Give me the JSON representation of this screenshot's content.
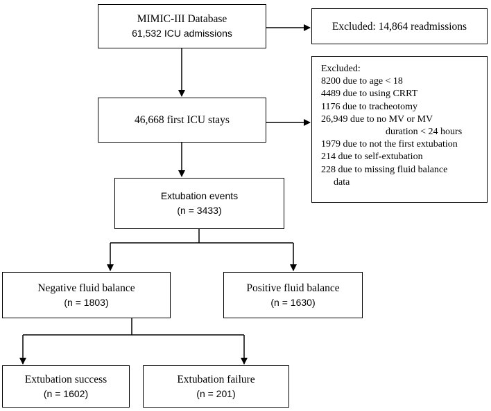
{
  "boxes": {
    "database": {
      "title": "MIMIC-III Database",
      "count": "61,532 ICU admissions"
    },
    "excluded_readmissions": {
      "text": "Excluded: 14,864 readmissions"
    },
    "first_stays": {
      "text": "46,668 first ICU stays"
    },
    "excluded_criteria": {
      "title": "Excluded:",
      "items": [
        "8200  due to age < 18",
        "4489  due to using CRRT",
        "1176  due to tracheotomy",
        "26,949  due to no MV or MV",
        "duration < 24 hours",
        "1979  due to not the first extubation",
        "214 due to self-extubation",
        "228  due to missing fluid balance",
        "data"
      ]
    },
    "extubation_events": {
      "title": "Extubation events",
      "count": "(n = 3433)"
    },
    "negative_balance": {
      "title": "Negative fluid balance",
      "count": "(n = 1803)"
    },
    "positive_balance": {
      "title": "Positive fluid balance",
      "count": "(n = 1630)"
    },
    "success": {
      "title": "Extubation success",
      "count": "(n = 1602)"
    },
    "failure": {
      "title": "Extubation failure",
      "count": "(n = 201)"
    }
  }
}
